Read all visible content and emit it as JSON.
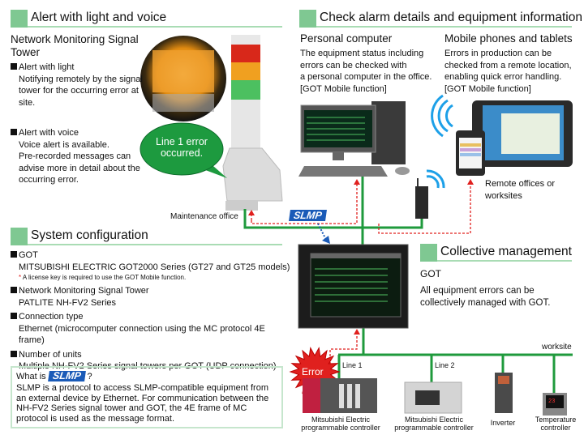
{
  "alert": {
    "title": "Alert with light and voice",
    "subtitle": "Network Monitoring Signal Tower",
    "light": {
      "label": "Alert with light",
      "text": [
        "Notifying remotely by the signal",
        "tower for the occurring error at",
        "site."
      ]
    },
    "voice": {
      "label": "Alert with voice",
      "text": [
        "Voice alert is available.",
        "Pre-recorded messages can",
        "advise more in detail about the",
        "occurring error."
      ]
    },
    "bubble": [
      "Line 1 error",
      "occurred."
    ],
    "location": "Maintenance office"
  },
  "check": {
    "title": "Check alarm details and equipment information",
    "pc": {
      "title": "Personal computer",
      "text": [
        "The equipment status including",
        "errors can be checked with",
        "a personal computer in the office.",
        "[GOT Mobile function]"
      ]
    },
    "mobile": {
      "title": "Mobile phones and tablets",
      "text": [
        "Errors in production can be",
        "checked from a remote location,",
        "enabling quick error handling.",
        "[GOT Mobile function]"
      ]
    },
    "remote": [
      "Remote offices or",
      "worksites"
    ]
  },
  "slmp_badge": "SLMP",
  "system": {
    "title": "System configuration",
    "items": [
      {
        "label": "GOT",
        "value": "MITSUBISHI ELECTRIC GOT2000 Series (GT27 and GT25 models)",
        "note": "A license key is required to use the GOT Mobile function."
      },
      {
        "label": "Network Monitoring Signal Tower",
        "value": "PATLITE NH-FV2 Series"
      },
      {
        "label": "Connection type",
        "value": "Ethernet (microcomputer connection using the MC protocol 4E frame)"
      },
      {
        "label": "Number of units",
        "value": "Multiple NH-FV2 Series signal towers per GOT (UDP connection)"
      }
    ],
    "what_is": {
      "prefix": "What is",
      "badge": "SLMP",
      "suffix": "?",
      "text": "SLMP is a protocol to access SLMP-compatible equipment from an external device by Ethernet. For communication between the NH-FV2 Series signal tower and GOT, the 4E frame of MC protocol is used as the message format."
    }
  },
  "collective": {
    "title": "Collective management",
    "subtitle": "GOT",
    "text": [
      "All equipment errors can be",
      "collectively managed with GOT."
    ]
  },
  "worksite": {
    "label": "worksite",
    "error": "Error",
    "line1": "Line 1",
    "line2": "Line 2",
    "devices": [
      [
        "Mitsubishi Electric",
        "programmable controller"
      ],
      [
        "Mitsubishi Electric",
        "programmable controller"
      ],
      [
        "Inverter"
      ],
      [
        "Temperature",
        "controller"
      ]
    ]
  },
  "colors": {
    "accent_green": "#7fc892",
    "network_green": "#1f9a3c",
    "bubble_green": "#1d9a3f",
    "slmp_blue": "#1a5bb8",
    "error_red": "#e0201e"
  }
}
